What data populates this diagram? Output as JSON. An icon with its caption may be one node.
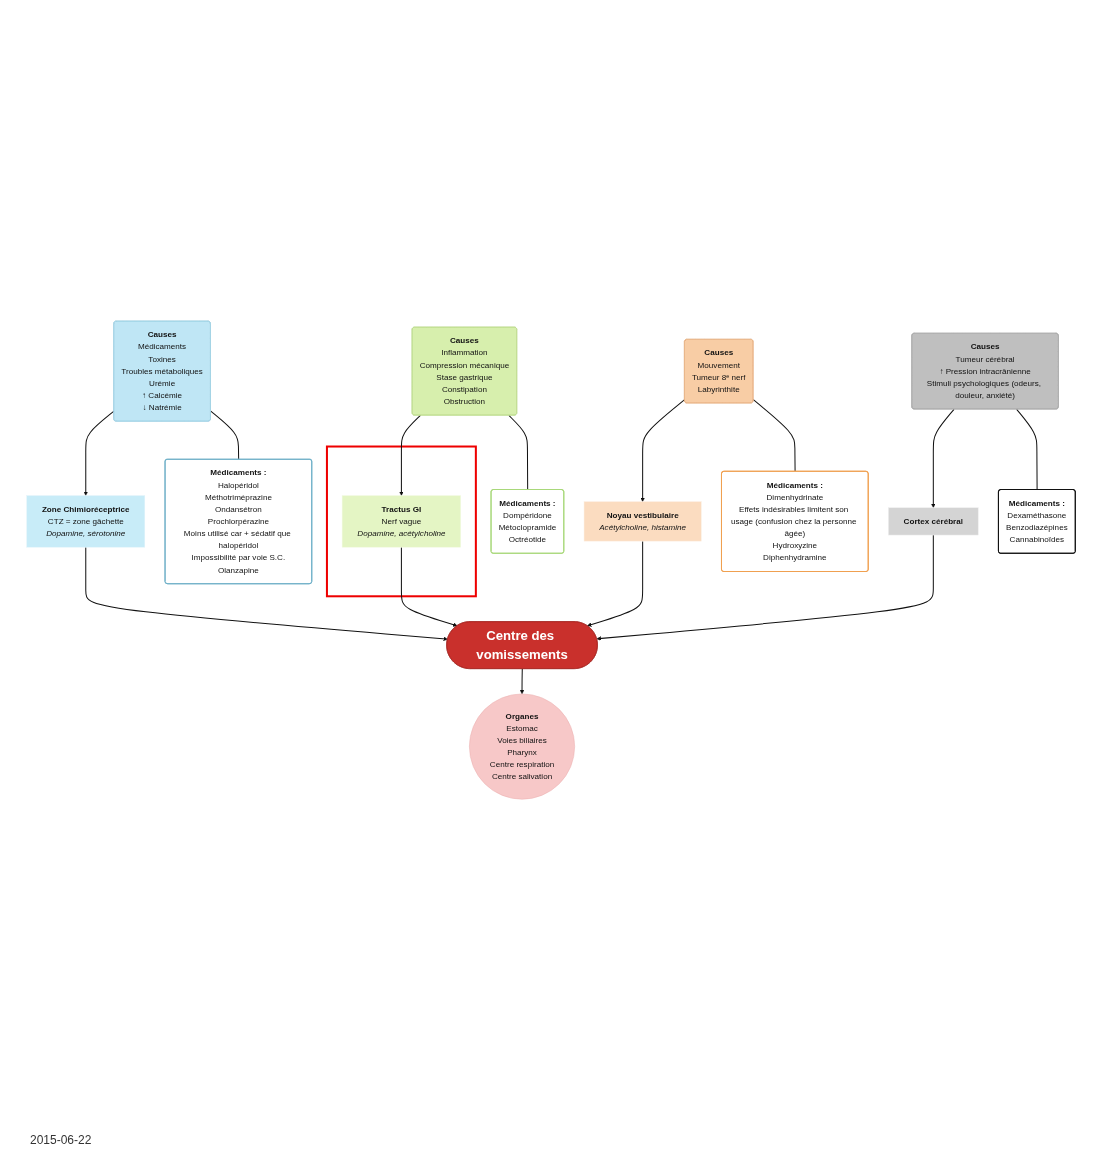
{
  "diagram": {
    "nodes": [
      {
        "text": [
          "Causes",
          "Médicaments",
          "Toxines",
          "Troubles métaboliques",
          "Urémie",
          "↑ Calcémie",
          "↓ Natrémie"
        ]
      },
      {
        "text": [
          "Zone Chimioréceptrice",
          "CTZ = zone gâchette",
          "Dopamine, sérotonine"
        ]
      },
      {
        "text": [],
        "shape": "box"
      },
      {
        "text": [
          "Tractus GI",
          "Nerf vague",
          "Dopamine, acétylcholine"
        ],
        "in": 2
      },
      {
        "text": [
          "Causes",
          "Inflammation",
          "Compression mécanique",
          "Stase gastrique",
          "Constipation",
          "Obstruction"
        ]
      },
      {
        "text": [
          "Médicaments :",
          "Halopéridol",
          "Méthotriméprazine",
          "Ondansétron",
          "Prochlorpérazine",
          "Moins utilisé car + sédatif que halopéridol",
          "Impossibilité par voie S.C.",
          "Olanzapine"
        ]
      },
      {
        "text": [
          "Centre des vomissements"
        ]
      },
      {
        "text": [
          "Médicaments :",
          "Dompéridone",
          "Métoclopramide",
          "Octréotide"
        ]
      },
      {
        "text": [
          "Causes",
          "Mouvement",
          "Tumeur 8ᵉ nerf",
          "Labyrinthite"
        ]
      },
      {
        "text": [
          "Noyau vestibulaire",
          "Acétylcholine, histamine"
        ]
      },
      {
        "text": [
          "Cortex cérébral"
        ]
      },
      {
        "text": [
          "Causes",
          "Tumeur cérébral",
          "↑ Pression intracrânienne",
          "Stimuli psychologiques (odeurs, douleur, anxiété)"
        ]
      },
      {
        "text": [
          "Médicaments :",
          "Dimenhydrinate",
          "Effets indésirables limitent son usage (confusion chez la personne âgée)",
          "Hydroxyzine",
          "Diphenhydramine"
        ]
      },
      {
        "text": [
          "Organes",
          "Estomac",
          "Voies biliaires",
          "Pharynx",
          "Centre respiration",
          "Centre salivation"
        ]
      },
      {
        "text": [
          "Médicaments :",
          "Dexaméthasone",
          "Benzodiazépines",
          "Cannabinoïdes"
        ]
      }
    ],
    "edges": [
      {
        "from": 0,
        "to": 1,
        "arrow": "to"
      },
      {
        "from": 4,
        "to": 3,
        "arrow": "to"
      },
      {
        "from": 1,
        "to": 6,
        "arrow": "to"
      },
      {
        "from": 3,
        "to": 6,
        "arrow": "to"
      },
      {
        "from": 0,
        "to": 5,
        "arrow": "none"
      },
      {
        "from": 4,
        "to": 7,
        "arrow": "none"
      },
      {
        "from": 9,
        "to": 6,
        "arrow": "to"
      },
      {
        "from": 10,
        "to": 6,
        "arrow": "to"
      },
      {
        "from": 6,
        "to": 13,
        "arrow": "to"
      },
      {
        "from": 8,
        "to": 9,
        "arrow": "to"
      },
      {
        "from": 11,
        "to": 10,
        "arrow": "to"
      },
      {
        "from": 8,
        "to": 12,
        "arrow": "none"
      },
      {
        "from": 11,
        "to": 14,
        "arrow": "none"
      }
    ],
    "labels": [
      "2015-06-22"
    ]
  }
}
